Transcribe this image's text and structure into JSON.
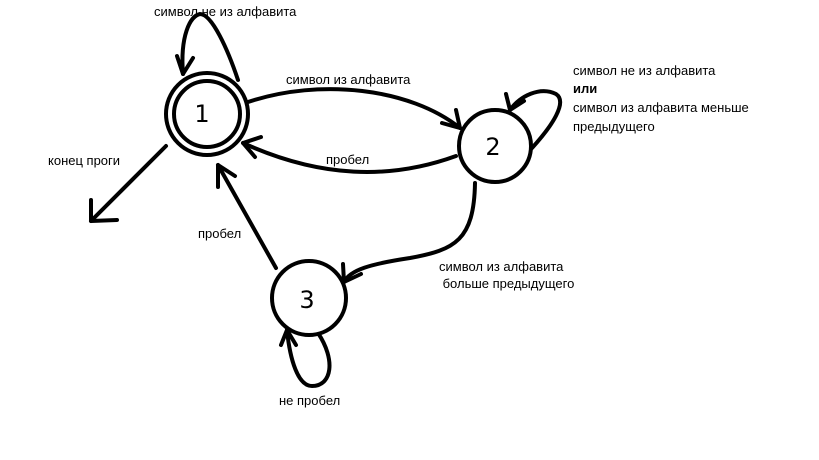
{
  "states": [
    {
      "id": "1",
      "label": "1",
      "accepting": true
    },
    {
      "id": "2",
      "label": "2",
      "accepting": false
    },
    {
      "id": "3",
      "label": "3",
      "accepting": false
    }
  ],
  "transitions": [
    {
      "from": "1",
      "to": "1",
      "label": "символ не из алфавита"
    },
    {
      "from": "1",
      "to": "2",
      "label": "символ из алфавита"
    },
    {
      "from": "2",
      "to": "1",
      "label": "пробел"
    },
    {
      "from": "2",
      "to": "2",
      "label_lines": [
        "символ не из алфавита",
        "или",
        "символ из алфавита меньше",
        "предыдущего"
      ]
    },
    {
      "from": "2",
      "to": "3",
      "label_lines": [
        "символ из алфавита",
        " больше предыдущего"
      ]
    },
    {
      "from": "3",
      "to": "1",
      "label": "пробел"
    },
    {
      "from": "3",
      "to": "3",
      "label": "не пробел"
    },
    {
      "from": "1",
      "to": "exit",
      "label": "конец проги"
    }
  ]
}
